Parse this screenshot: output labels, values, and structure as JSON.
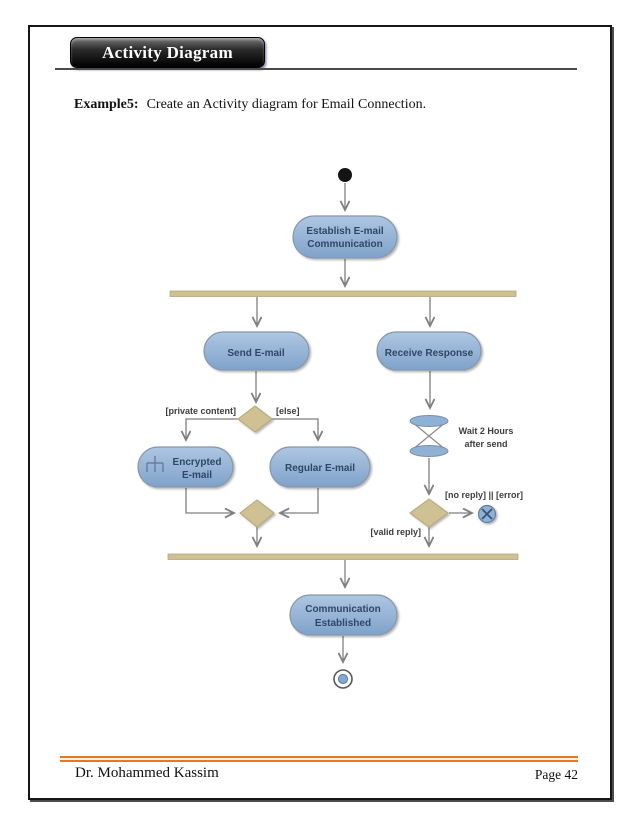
{
  "header": {
    "banner_title": "Activity Diagram",
    "example_label": "Example5:",
    "example_text": "Create an Activity diagram for Email Connection."
  },
  "diagram": {
    "nodes": {
      "establish": {
        "line1": "Establish E-mail",
        "line2": "Communication"
      },
      "send": {
        "label": "Send E-mail"
      },
      "receive": {
        "label": "Receive Response"
      },
      "encrypted": {
        "line1": "Encrypted",
        "line2": "E-mail"
      },
      "regular": {
        "label": "Regular E-mail"
      },
      "communication": {
        "line1": "Communication",
        "line2": "Established"
      }
    },
    "labels": {
      "private_content": "[private content]",
      "else_guard": "[else]",
      "wait_line1": "Wait 2 Hours",
      "wait_line2": "after send",
      "no_reply": "[no reply]  || [error]",
      "valid_reply": "[valid reply]"
    },
    "icons": {
      "initial_node": "filled-circle",
      "flow_final_node": "circle-with-x",
      "final_node": "bullseye",
      "sub_activity": "rake",
      "time_event": "hourglass"
    },
    "colors": {
      "node_fill_top": "#aec6e2",
      "node_fill_bottom": "#7fa2ca",
      "node_border": "#8796aa",
      "node_text": "#2e4766",
      "bar_fill": "#cfc191",
      "bar_border": "#b3a67c",
      "arrow": "#7f7f7f",
      "guard_text": "#3d3d3d"
    }
  },
  "footer": {
    "author": "Dr. Mohammed Kassim",
    "page_label": "Page 42",
    "rule_color": "#e87722"
  }
}
